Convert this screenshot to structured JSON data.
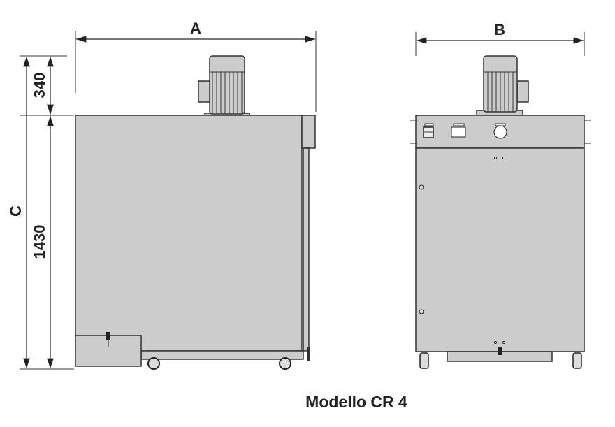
{
  "dimensions": {
    "width_label": "A",
    "depth_label": "B",
    "height_label": "C",
    "motor_height": "340",
    "body_height": "1430"
  },
  "caption": "Modello CR 4"
}
